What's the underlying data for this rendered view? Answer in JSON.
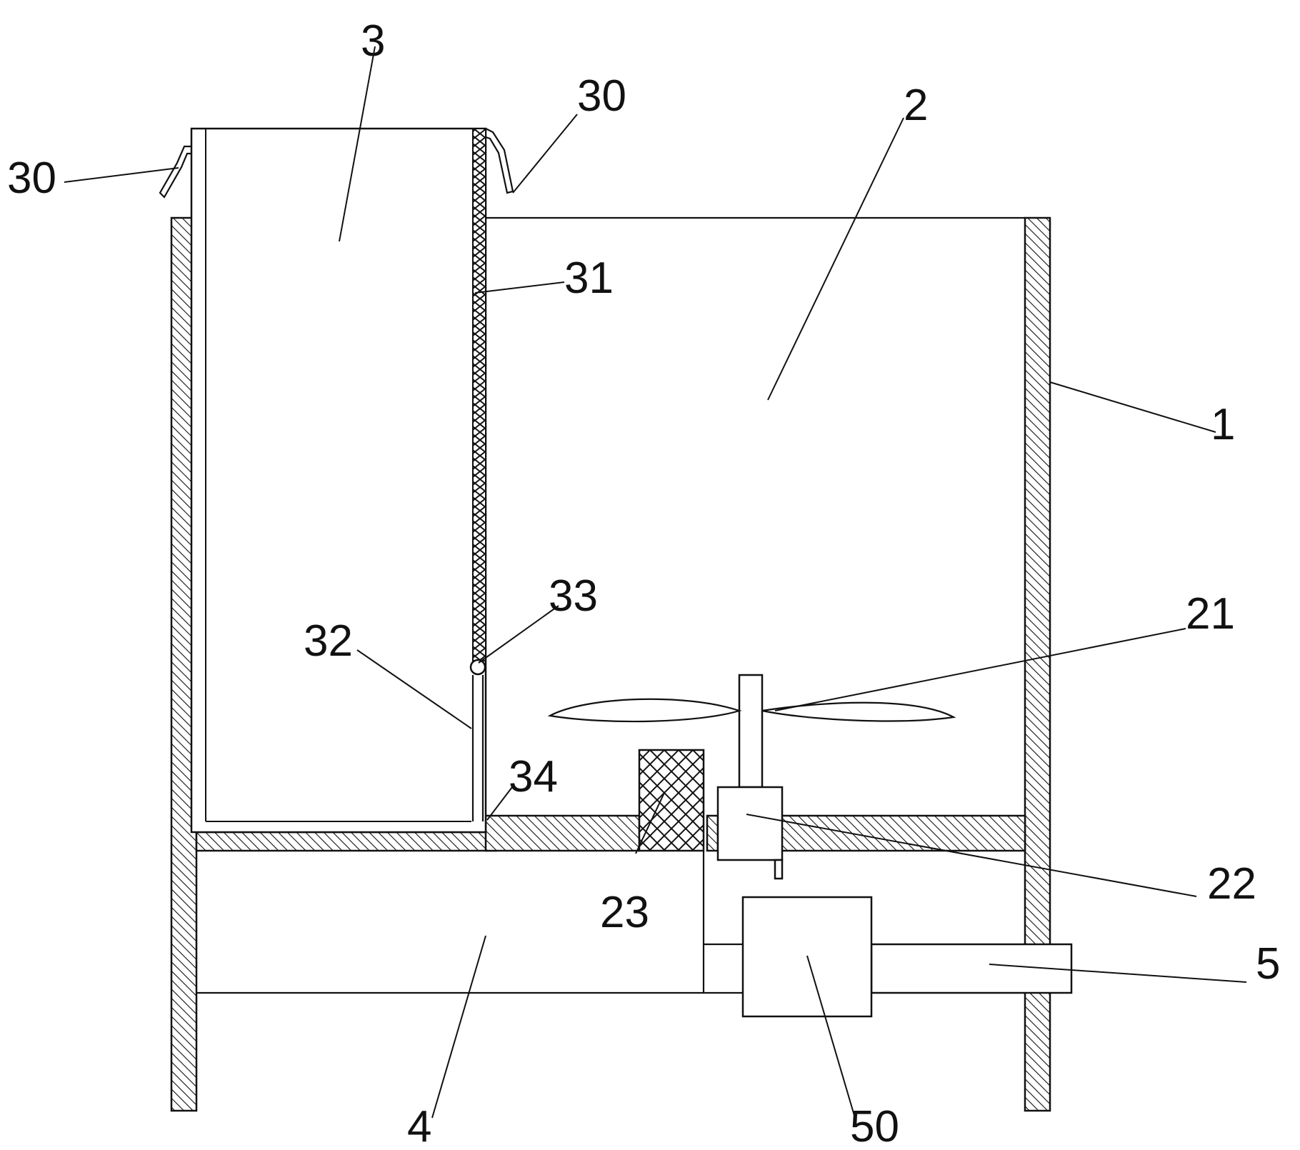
{
  "diagram": {
    "labels": {
      "l1": "1",
      "l2": "2",
      "l3": "3",
      "l4": "4",
      "l5": "5",
      "l21": "21",
      "l22": "22",
      "l23": "23",
      "l30a": "30",
      "l30b": "30",
      "l31": "31",
      "l32": "32",
      "l33": "33",
      "l34": "34",
      "l50": "50"
    },
    "colors": {
      "line": "#111111",
      "background": "#ffffff"
    }
  }
}
